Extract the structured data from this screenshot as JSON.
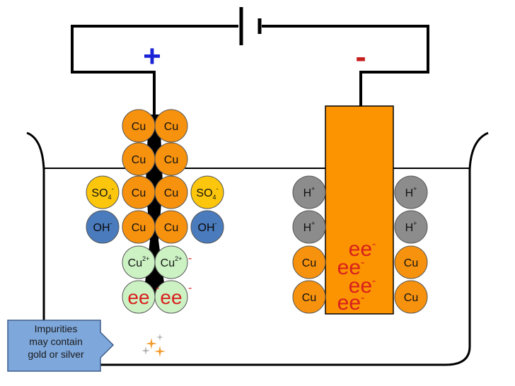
{
  "battery": {
    "positive_sign": "+",
    "negative_sign": "-",
    "positive_color": "#1a22d6",
    "negative_color": "#c81e1e"
  },
  "anode": {
    "rows": [
      {
        "left": "Cu",
        "right": "Cu",
        "type": "cu"
      },
      {
        "left": "Cu",
        "right": "Cu",
        "type": "cu"
      },
      {
        "left": "Cu",
        "right": "Cu",
        "type": "cu"
      },
      {
        "left": "Cu",
        "right": "Cu",
        "type": "cu"
      },
      {
        "left": "Cu",
        "left_sup": "2+",
        "right": "Cu",
        "right_sup": "2+",
        "type": "ion"
      },
      {
        "left": "ee",
        "right": "ee",
        "type": "ion"
      }
    ],
    "side_ions": [
      {
        "label": "SO",
        "sub": "4",
        "sup": "-",
        "type": "sulfate"
      },
      {
        "label": "OH",
        "sup": "-",
        "type": "hydroxide"
      }
    ],
    "electron_symbol": "e",
    "electron_sup": "-"
  },
  "cathode": {
    "ions": [
      {
        "label": "H",
        "sup": "+",
        "type": "hydrogen"
      },
      {
        "label": "H",
        "sup": "+",
        "type": "hydrogen"
      },
      {
        "label": "Cu",
        "type": "cu"
      },
      {
        "label": "Cu",
        "type": "cu"
      }
    ],
    "electrons": [
      {
        "text": "ee",
        "sup": "-"
      },
      {
        "text": "ee",
        "sup": "-"
      },
      {
        "text": "ee",
        "sup": "-"
      },
      {
        "text": "ee",
        "sup": "-"
      }
    ]
  },
  "callout": {
    "line1": "Impurities",
    "line2": "may contain",
    "line3": "gold or silver"
  },
  "colors": {
    "copper": "#f7920e",
    "copper_ion": "#ccf2c4",
    "sulfate": "#fbc60c",
    "hydroxide": "#4a7bbd",
    "hydrogen": "#8c8c8c",
    "electron": "#d9201e",
    "electrode_core": "#000000",
    "cathode_plate": "#fb9400",
    "callout_fill": "#7ea7db",
    "sparkle_orange": "#f39a2c",
    "sparkle_grey": "#b0b0b0"
  }
}
